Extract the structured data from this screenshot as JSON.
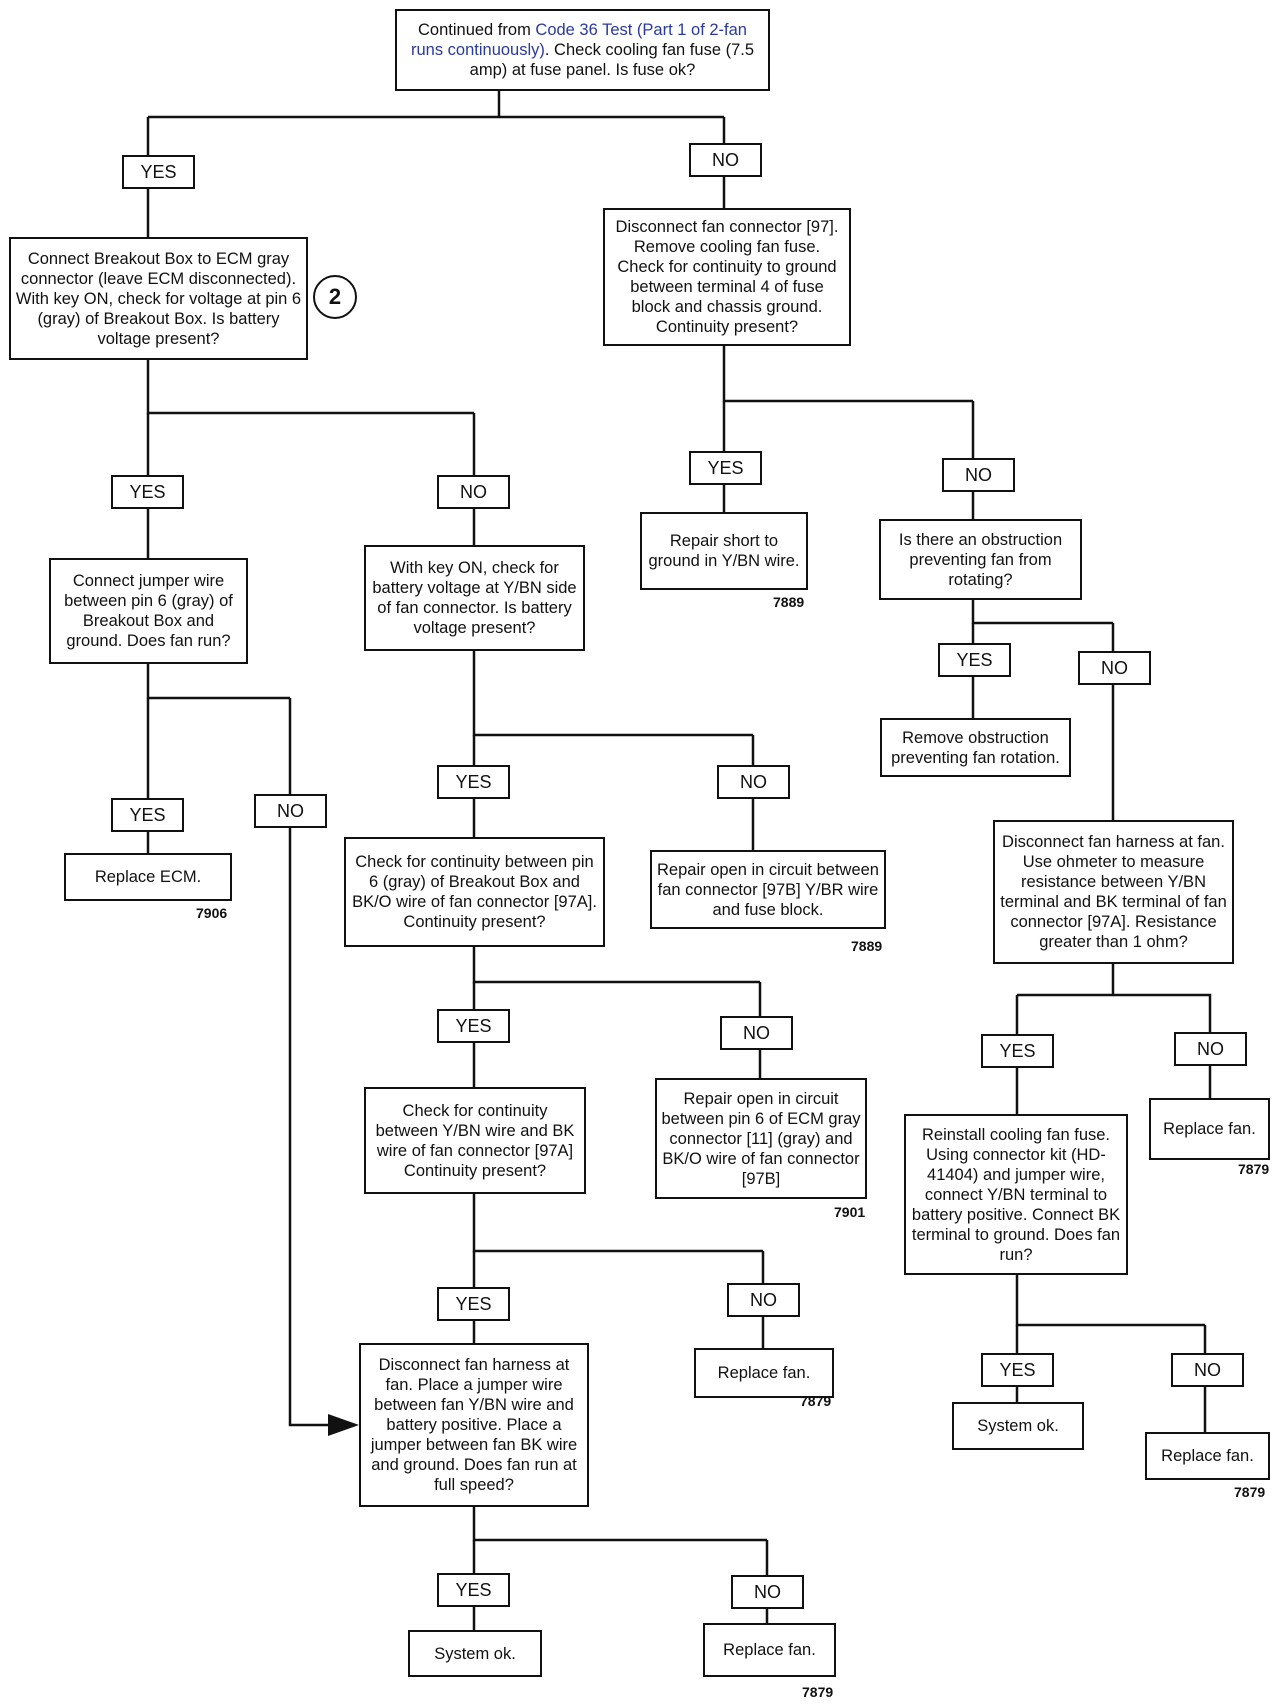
{
  "start": {
    "prefix": "Continued from ",
    "link": "Code 36 Test (Part 1 of 2-fan runs continuously)",
    "suffix": ". Check cooling fan fuse (7.5 amp) at fuse panel. Is fuse ok?"
  },
  "steps": {
    "breakout_box": "Connect Breakout Box to ECM gray connector (leave ECM disconnected). With key ON, check for voltage at pin 6 (gray) of Breakout Box. Is battery voltage present?",
    "disconnect_97": "Disconnect fan connector [97]. Remove cooling fan fuse. Check for continuity to ground between terminal 4 of fuse block and chassis ground. Continuity present?",
    "jumper_pin6": "Connect jumper wire between pin 6 (gray) of Breakout Box and ground. Does fan run?",
    "key_on_ybn": "With key ON, check for battery voltage at Y/BN side of fan connector. Is battery voltage present?",
    "repair_short": "Repair short to ground in Y/BN wire.",
    "obstruction": "Is there an obstruction preventing fan from rotating?",
    "remove_obstruction": "Remove obstruction preventing fan rotation.",
    "replace_ecm": "Replace ECM.",
    "continuity_pin6": "Check for continuity between pin 6 (gray) of Breakout Box and BK/O wire of fan connector [97A]. Continuity present?",
    "repair_open_97b": "Repair open in circuit between fan connector [97B] Y/BR wire and fuse block.",
    "ohmmeter": "Disconnect fan harness at fan. Use ohmeter to measure resistance between Y/BN terminal and BK terminal of fan connector [97A]. Resistance greater than 1 ohm?",
    "continuity_ybn_bk": "Check for continuity between Y/BN wire and BK wire of fan connector [97A] Continuity present?",
    "repair_open_pin6": "Repair open in circuit between pin 6 of ECM gray connector [11] (gray) and BK/O wire of fan connector [97B]",
    "reinstall_fuse": "Reinstall cooling fan fuse. Using connector kit (HD-41404) and jumper wire, connect Y/BN terminal to battery positive. Connect BK terminal to ground. Does fan run?",
    "replace_fan_1": "Replace fan.",
    "full_speed": "Disconnect fan harness at fan. Place a jumper wire between fan Y/BN wire and battery positive. Place a jumper between fan BK wire and ground. Does fan run at full speed?",
    "replace_fan_2": "Replace fan.",
    "system_ok_1": "System ok.",
    "replace_fan_3": "Replace fan.",
    "system_ok_2": "System ok.",
    "replace_fan_4": "Replace fan."
  },
  "labels": {
    "yes": "YES",
    "no": "NO"
  },
  "refs": {
    "r7889a": "7889",
    "r7906": "7906",
    "r7889b": "7889",
    "r7879a": "7879",
    "r7901": "7901",
    "r7879b": "7879",
    "r7879c": "7879",
    "r7879d": "7879"
  },
  "marker": "2"
}
